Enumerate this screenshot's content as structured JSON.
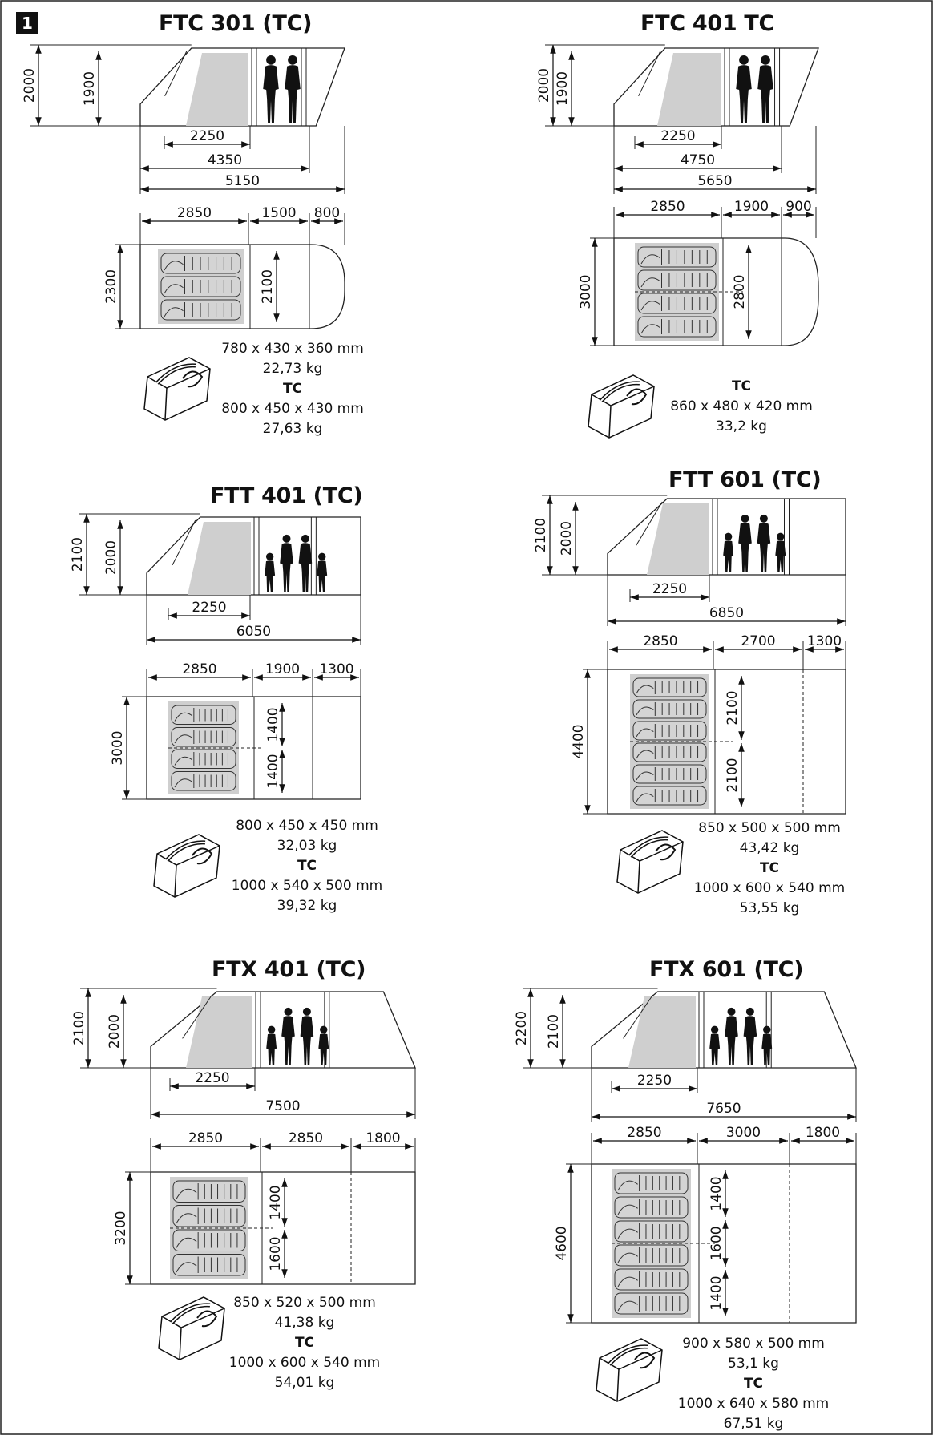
{
  "page_number": "1",
  "units": [
    {
      "title": "FTC 301 (TC)",
      "side_heights": [
        "2000",
        "1900"
      ],
      "side_widths": [
        "2250",
        "4350",
        "5150"
      ],
      "plan_segments": [
        "2850",
        "1500",
        "800"
      ],
      "plan_depths": [
        "2300",
        "2100"
      ],
      "pack": {
        "std_dims": "780 x 430 x 360 mm",
        "std_weight": "22,73 kg",
        "tc_label": "TC",
        "tc_dims": "800 x 450 x 430 mm",
        "tc_weight": "27,63 kg"
      }
    },
    {
      "title": "FTC 401 TC",
      "side_heights": [
        "2000",
        "1900"
      ],
      "side_widths": [
        "2250",
        "4750",
        "5650"
      ],
      "plan_segments": [
        "2850",
        "1900",
        "900"
      ],
      "plan_depths": [
        "3000",
        "2800"
      ],
      "pack": {
        "tc_label": "TC",
        "tc_dims": "860 x 480 x 420 mm",
        "tc_weight": "33,2 kg"
      }
    },
    {
      "title": "FTT 401 (TC)",
      "side_heights": [
        "2100",
        "2000"
      ],
      "side_widths": [
        "2250",
        "6050"
      ],
      "plan_segments": [
        "2850",
        "1900",
        "1300"
      ],
      "plan_depths": [
        "3000",
        "1400",
        "1400"
      ],
      "pack": {
        "std_dims": "800 x 450 x 450 mm",
        "std_weight": "32,03 kg",
        "tc_label": "TC",
        "tc_dims": "1000 x 540 x 500 mm",
        "tc_weight": "39,32 kg"
      }
    },
    {
      "title": "FTT 601 (TC)",
      "side_heights": [
        "2100",
        "2000"
      ],
      "side_widths": [
        "2250",
        "6850"
      ],
      "plan_segments": [
        "2850",
        "2700",
        "1300"
      ],
      "plan_depths": [
        "4400",
        "2100",
        "2100"
      ],
      "pack": {
        "std_dims": "850 x 500 x 500 mm",
        "std_weight": "43,42 kg",
        "tc_label": "TC",
        "tc_dims": "1000 x 600 x 540 mm",
        "tc_weight": "53,55 kg"
      }
    },
    {
      "title": "FTX 401 (TC)",
      "side_heights": [
        "2100",
        "2000"
      ],
      "side_widths": [
        "2250",
        "7500"
      ],
      "plan_segments": [
        "2850",
        "2850",
        "1800"
      ],
      "plan_depths": [
        "3200",
        "1400",
        "1600"
      ],
      "pack": {
        "std_dims": "850 x 520 x 500 mm",
        "std_weight": "41,38 kg",
        "tc_label": "TC",
        "tc_dims": "1000 x 600 x 540 mm",
        "tc_weight": "54,01 kg"
      }
    },
    {
      "title": "FTX 601 (TC)",
      "side_heights": [
        "2200",
        "2100"
      ],
      "side_widths": [
        "2250",
        "7650"
      ],
      "plan_segments": [
        "2850",
        "3000",
        "1800"
      ],
      "plan_depths": [
        "4600",
        "1400",
        "1600",
        "1400"
      ],
      "pack": {
        "std_dims": "900 x 580 x 500 mm",
        "std_weight": "53,1 kg",
        "tc_label": "TC",
        "tc_dims": "1000 x 640 x 580 mm",
        "tc_weight": "67,51 kg"
      }
    }
  ]
}
